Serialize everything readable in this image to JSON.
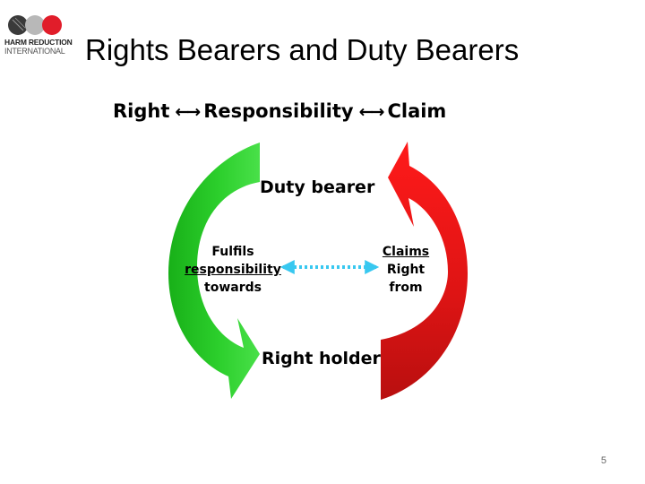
{
  "logo": {
    "line1": "HARM REDUCTION",
    "line2": "INTERNATIONAL",
    "circle_colors": [
      "#3a3a3a",
      "#b8b8b8",
      "#e11d2a"
    ]
  },
  "slide": {
    "title": "Rights Bearers and Duty Bearers",
    "page_number": "5"
  },
  "diagram": {
    "relation": {
      "right": "Right",
      "responsibility": "Responsibility",
      "claim": "Claim",
      "arrow": "←→"
    },
    "duty_bearer": "Duty bearer",
    "right_holder": "Right holder",
    "fulfils": {
      "line1": "Fulfils",
      "line2": "responsibility",
      "line3": "towards"
    },
    "claims": {
      "line1": "Claims",
      "line2": "Right",
      "line3": "from"
    },
    "colors": {
      "green_arrow": "#22c322",
      "red_arrow": "#d81818",
      "dotted_connector": "#38c8f0"
    }
  }
}
